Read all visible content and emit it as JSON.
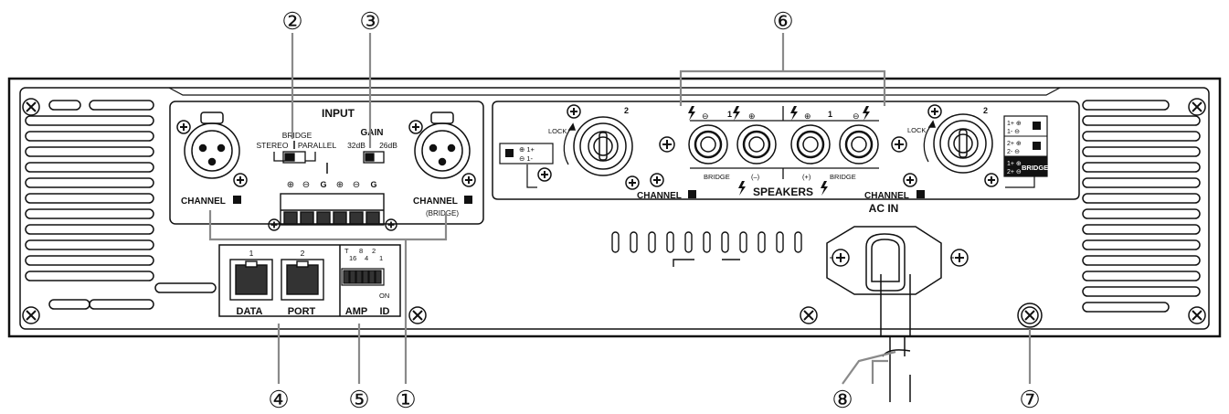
{
  "callouts": {
    "c1": "①",
    "c2": "②",
    "c3": "③",
    "c4": "④",
    "c5": "⑤",
    "c6": "⑥",
    "c7": "⑦",
    "c8": "⑧"
  },
  "input": {
    "title": "INPUT",
    "bridge": "BRIDGE",
    "stereo": "STEREO",
    "parallel": "PARALLEL",
    "gain": "GAIN",
    "gain_low": "32dB",
    "gain_high": "26dB",
    "channel_left": "CHANNEL",
    "channel_right": "CHANNEL",
    "channel_right_sub": "(BRIDGE)",
    "terminal_labels": [
      "⊕",
      "⊖",
      "G",
      "⊕",
      "⊖",
      "G"
    ]
  },
  "ports": {
    "data_port_1": "1",
    "data_port_2": "2",
    "data_label": "DATA",
    "port_label": "PORT",
    "amp_id_label": "AMP",
    "amp_id_label2": "ID",
    "dip_t": "T",
    "dip_16": "16",
    "dip_8": "8",
    "dip_4": "4",
    "dip_2": "2",
    "dip_1": "1",
    "dip_on": "ON"
  },
  "speakers": {
    "lock_left": "LOCK",
    "lock_right": "LOCK",
    "num_left": "2",
    "num_right": "2",
    "num_mid_left": "1",
    "num_mid_right": "1",
    "bridge_left": "BRIDGE",
    "bridge_right": "BRIDGE",
    "minus_label": "(–)",
    "plus_label": "(+)",
    "speakers_label": "SPEAKERS",
    "channel_left": "CHANNEL",
    "channel_right": "CHANNEL",
    "legend_left_1": "⊕ 1+",
    "legend_left_2": "⊖ 1-",
    "legend_r1a": "1+ ⊕",
    "legend_r1b": "1- ⊖",
    "legend_r2a": "2+ ⊕",
    "legend_r2b": "2- ⊖",
    "legend_r3a": "1+ ⊕",
    "legend_r3b": "2+ ⊖",
    "legend_r3_bridge": "BRIDGE"
  },
  "ac": {
    "label": "AC IN"
  }
}
